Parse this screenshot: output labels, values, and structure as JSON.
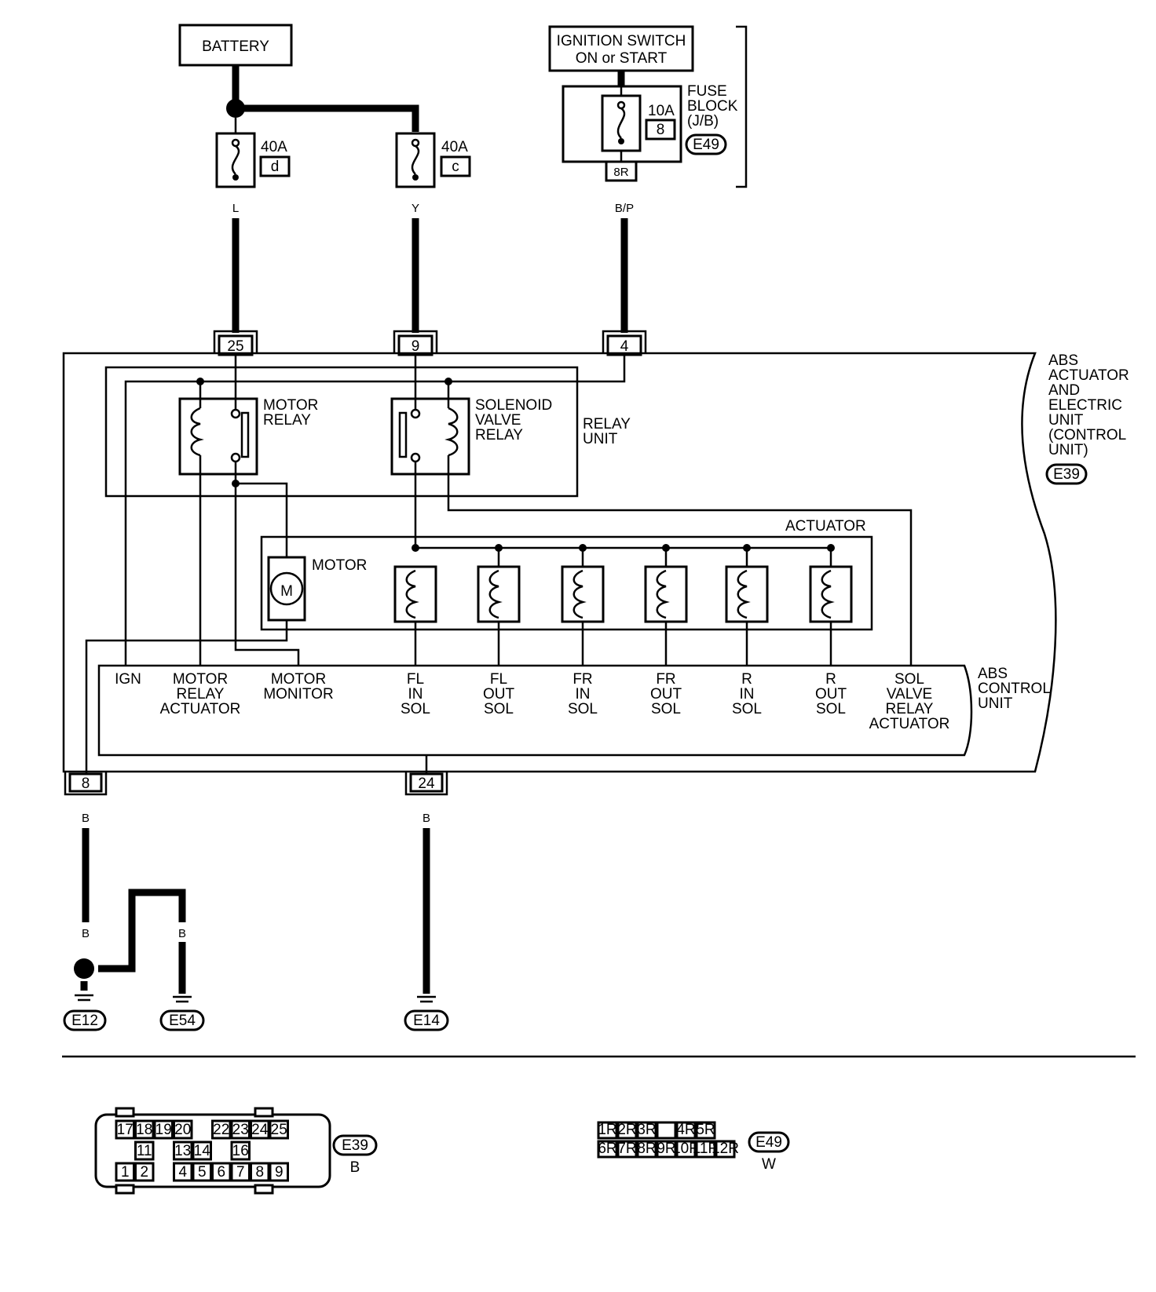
{
  "battery": "BATTERY",
  "ignition": {
    "line1": "IGNITION SWITCH",
    "line2": "ON or START"
  },
  "fuse_block": {
    "line1": "FUSE",
    "line2": "BLOCK",
    "line3": "(J/B)",
    "connector": "E49",
    "terminal": "8R"
  },
  "fuses": [
    {
      "rating": "40A",
      "id": "d"
    },
    {
      "rating": "40A",
      "id": "c"
    },
    {
      "rating": "10A",
      "id": "8"
    }
  ],
  "wire_colors": {
    "top_left": "L",
    "top_mid": "Y",
    "top_right": "B/P",
    "bottom": "B"
  },
  "terminals": {
    "t25": "25",
    "t9": "9",
    "t4": "4",
    "t8": "8",
    "t24": "24"
  },
  "abs_unit": {
    "lines": [
      "ABS",
      "ACTUATOR",
      "AND",
      "ELECTRIC",
      "UNIT",
      "(CONTROL",
      "UNIT)"
    ],
    "connector": "E39"
  },
  "relay_unit": {
    "line1": "RELAY",
    "line2": "UNIT"
  },
  "motor_relay": {
    "line1": "MOTOR",
    "line2": "RELAY"
  },
  "solenoid_relay": {
    "line1": "SOLENOID",
    "line2": "VALVE",
    "line3": "RELAY"
  },
  "actuator": "ACTUATOR",
  "motor": {
    "label": "MOTOR",
    "symbol": "M"
  },
  "control_unit": {
    "line1": "ABS",
    "line2": "CONTROL",
    "line3": "UNIT"
  },
  "control_labels": [
    [
      "IGN"
    ],
    [
      "MOTOR",
      "RELAY",
      "ACTUATOR"
    ],
    [
      "MOTOR",
      "MONITOR"
    ],
    [
      "FL",
      "IN",
      "SOL"
    ],
    [
      "FL",
      "OUT",
      "SOL"
    ],
    [
      "FR",
      "IN",
      "SOL"
    ],
    [
      "FR",
      "OUT",
      "SOL"
    ],
    [
      "R",
      "IN",
      "SOL"
    ],
    [
      "R",
      "OUT",
      "SOL"
    ],
    [
      "SOL",
      "VALVE",
      "RELAY",
      "ACTUATOR"
    ]
  ],
  "grounds": [
    "E12",
    "E54",
    "E14"
  ],
  "connector_e39": {
    "id": "E39",
    "color": "B",
    "row1": [
      "17",
      "18",
      "19",
      "20",
      "",
      "22",
      "23",
      "24",
      "25"
    ],
    "row2": [
      "",
      "11",
      "",
      "13",
      "14",
      "",
      "16",
      "",
      ""
    ],
    "row3": [
      "1",
      "2",
      "",
      "4",
      "5",
      "6",
      "7",
      "8",
      "9"
    ]
  },
  "connector_e49": {
    "id": "E49",
    "color": "W",
    "row1": [
      "1R",
      "2R",
      "3R",
      "",
      "4R",
      "5R"
    ],
    "row2": [
      "6R",
      "7R",
      "8R",
      "9R",
      "10R",
      "11R",
      "12R"
    ]
  }
}
